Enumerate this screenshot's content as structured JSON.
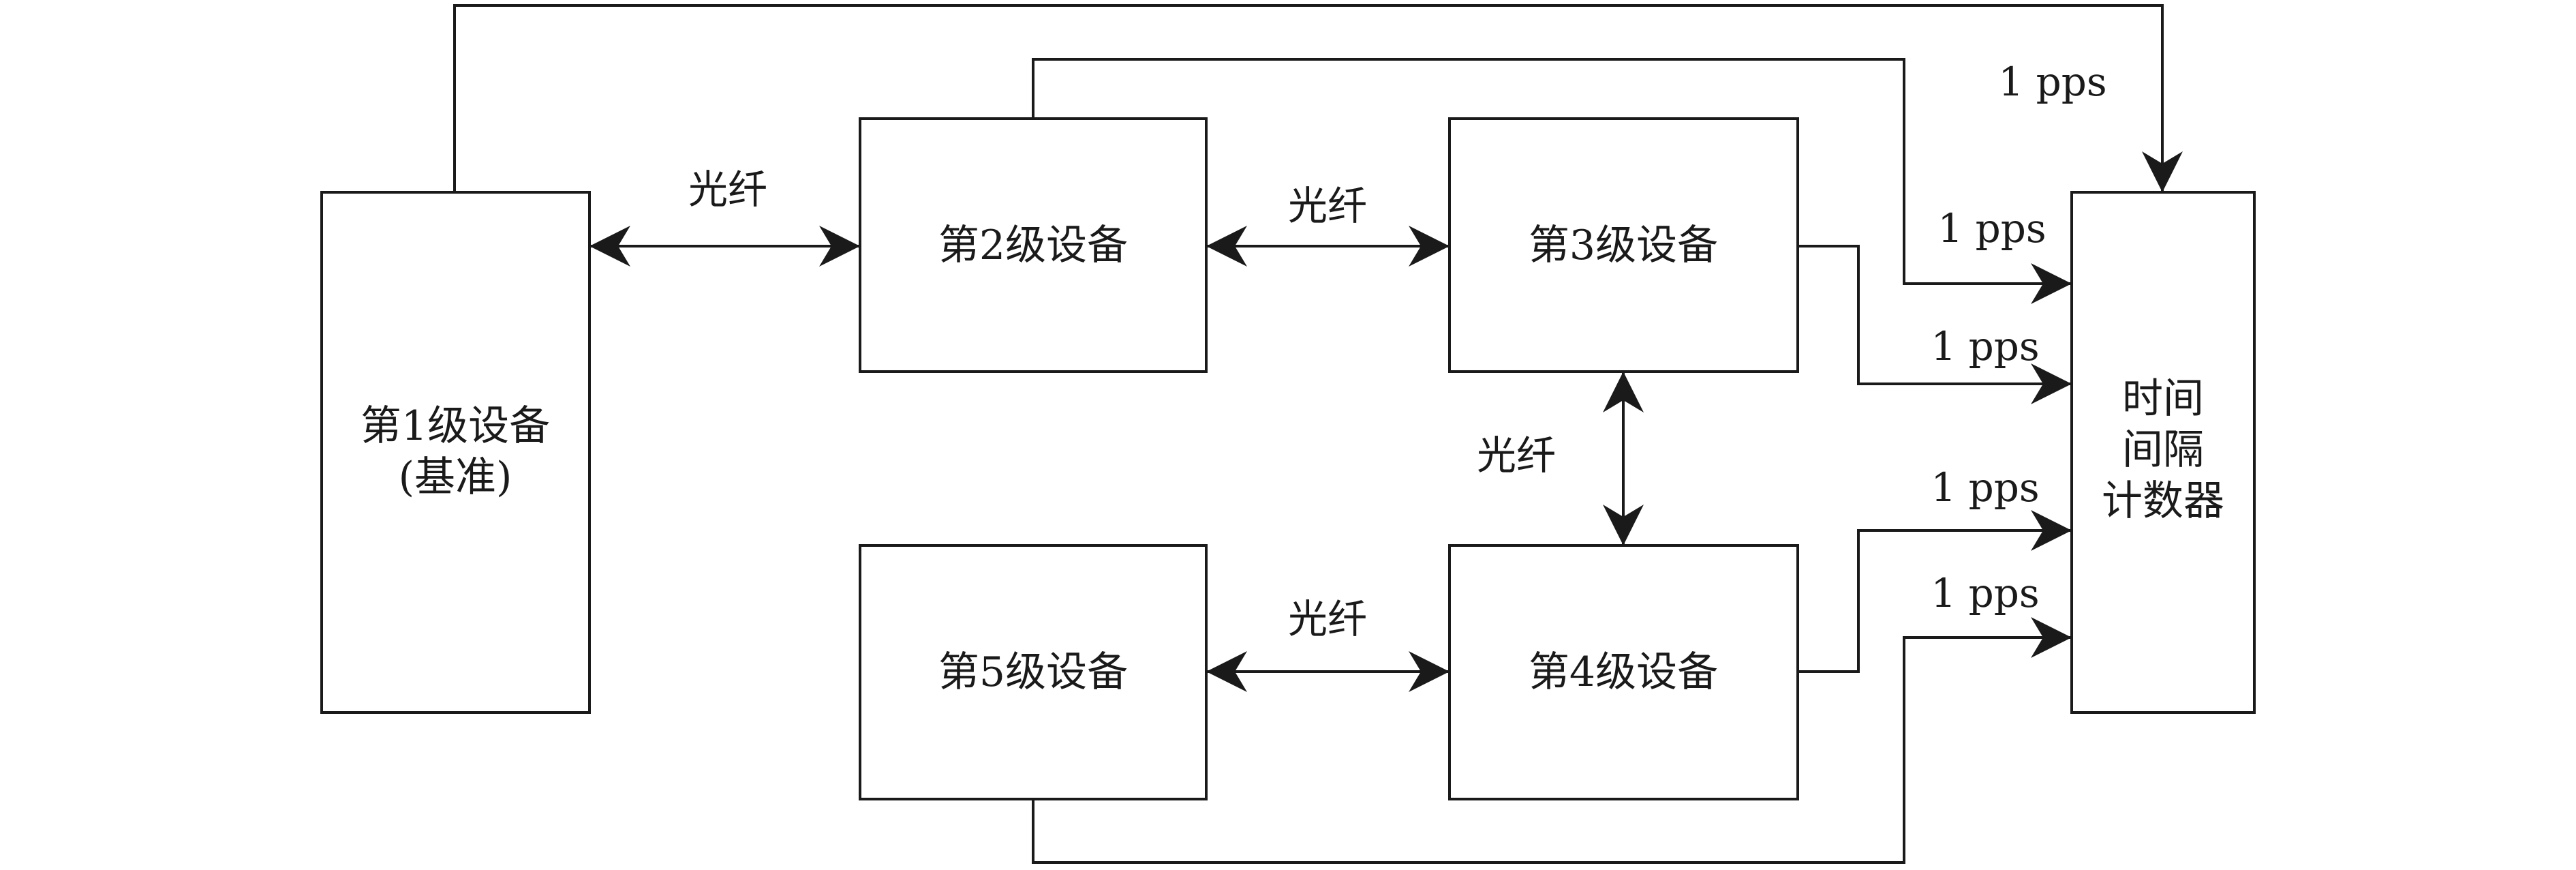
{
  "nodes": {
    "level1": {
      "line1": "第1级设备",
      "line2": "(基准)"
    },
    "level2": {
      "label": "第2级设备"
    },
    "level3": {
      "label": "第3级设备"
    },
    "level4": {
      "label": "第4级设备"
    },
    "level5": {
      "label": "第5级设备"
    },
    "counter": {
      "line1": "时间",
      "line2": "间隔",
      "line3": "计数器"
    }
  },
  "links": {
    "fiber_1_2": "光纤",
    "fiber_2_3": "光纤",
    "fiber_3_4": "光纤",
    "fiber_5_4": "光纤"
  },
  "signals": {
    "pps_level1": "1 pps",
    "pps_level2": "1 pps",
    "pps_level3": "1 pps",
    "pps_level4": "1 pps",
    "pps_level5": "1 pps"
  }
}
